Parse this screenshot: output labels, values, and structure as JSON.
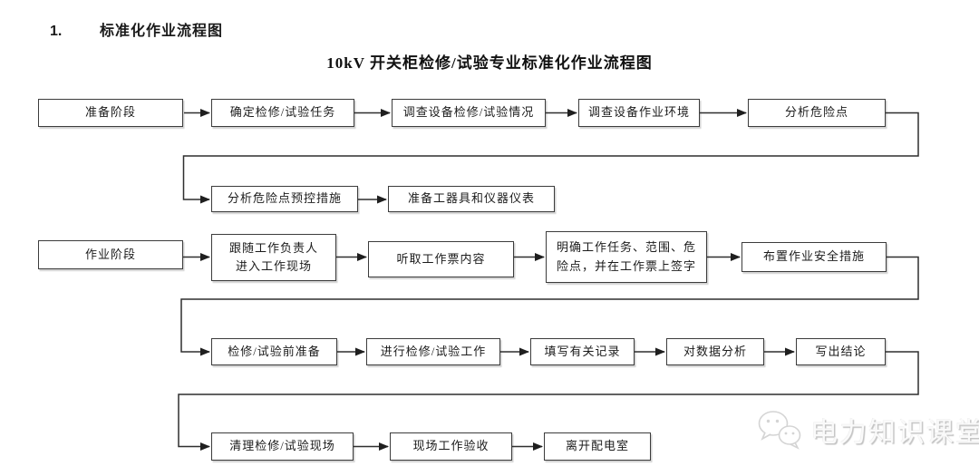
{
  "page": {
    "heading_number": "1.",
    "heading": "标准化作业流程图",
    "title": "10kV 开关柜检修/试验专业标准化作业流程图"
  },
  "flowchart": {
    "nodes": {
      "prep_stage": {
        "label": "准备阶段"
      },
      "define_task": {
        "label": "确定检修/试验任务"
      },
      "survey_equipment_condition": {
        "label": "调查设备检修/试验情况"
      },
      "survey_work_environment": {
        "label": "调查设备作业环境"
      },
      "analyze_hazards": {
        "label": "分析危险点"
      },
      "hazard_control_measures": {
        "label": "分析危险点预控措施"
      },
      "prepare_tools": {
        "label": "准备工器具和仪器仪表"
      },
      "work_stage": {
        "label": "作业阶段"
      },
      "follow_leader": {
        "label": "跟随工作负责人\n进入工作现场"
      },
      "listen_ticket": {
        "label": "听取工作票内容"
      },
      "clarify_tasks": {
        "label": "明确工作任务、范围、危\n险点，并在工作票上签字"
      },
      "arrange_safety": {
        "label": "布置作业安全措施"
      },
      "pre_work_prep": {
        "label": "检修/试验前准备"
      },
      "perform_work": {
        "label": "进行检修/试验工作"
      },
      "fill_records": {
        "label": "填写有关记录"
      },
      "analyze_data": {
        "label": "对数据分析"
      },
      "write_conclusion": {
        "label": "写出结论"
      },
      "clean_site": {
        "label": "清理检修/试验现场"
      },
      "site_acceptance": {
        "label": "现场工作验收"
      },
      "leave_room": {
        "label": "离开配电室"
      }
    },
    "edges": [
      [
        "prep_stage",
        "define_task"
      ],
      [
        "define_task",
        "survey_equipment_condition"
      ],
      [
        "survey_equipment_condition",
        "survey_work_environment"
      ],
      [
        "survey_work_environment",
        "analyze_hazards"
      ],
      [
        "analyze_hazards",
        "hazard_control_measures"
      ],
      [
        "hazard_control_measures",
        "prepare_tools"
      ],
      [
        "work_stage",
        "follow_leader"
      ],
      [
        "follow_leader",
        "listen_ticket"
      ],
      [
        "listen_ticket",
        "clarify_tasks"
      ],
      [
        "clarify_tasks",
        "arrange_safety"
      ],
      [
        "arrange_safety",
        "pre_work_prep"
      ],
      [
        "pre_work_prep",
        "perform_work"
      ],
      [
        "perform_work",
        "fill_records"
      ],
      [
        "fill_records",
        "analyze_data"
      ],
      [
        "analyze_data",
        "write_conclusion"
      ],
      [
        "write_conclusion",
        "clean_site"
      ],
      [
        "clean_site",
        "site_acceptance"
      ],
      [
        "site_acceptance",
        "leave_room"
      ]
    ]
  },
  "watermark": {
    "text": "电力知识课堂",
    "icon": "wechat-chat-bubbles-icon"
  },
  "colors": {
    "background": "#ffffff",
    "box_border": "#3c3c3c",
    "line": "#2f2f2f",
    "text": "#1c1c1c",
    "watermark": "#d9d9d9"
  }
}
